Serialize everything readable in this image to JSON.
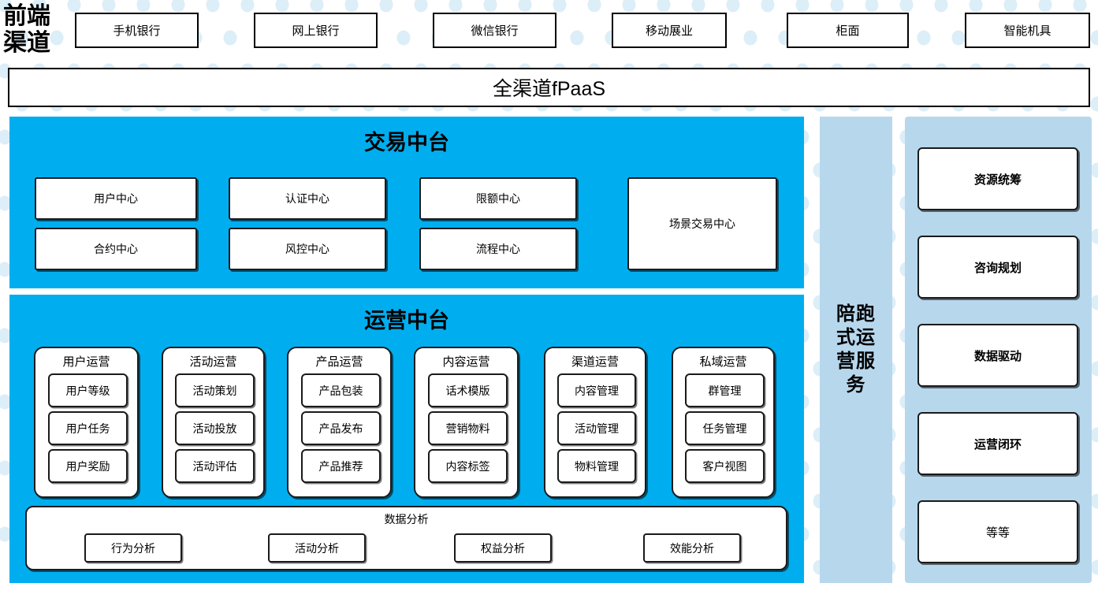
{
  "front_channel": {
    "label": "前端\n渠道",
    "label_line1": "前端",
    "label_line2": "渠道",
    "items": [
      {
        "label": "手机银行"
      },
      {
        "label": "网上银行"
      },
      {
        "label": "微信银行"
      },
      {
        "label": "移动展业"
      },
      {
        "label": "柜面"
      },
      {
        "label": "智能机具"
      }
    ]
  },
  "fpaas": {
    "label": "全渠道fPaaS"
  },
  "trade_center": {
    "title": "交易中台",
    "boxes": [
      {
        "label": "用户中心"
      },
      {
        "label": "认证中心"
      },
      {
        "label": "限额中心"
      },
      {
        "label": "合约中心"
      },
      {
        "label": "风控中心"
      },
      {
        "label": "流程中心"
      },
      {
        "label": "场景交易中心"
      }
    ]
  },
  "ops_center": {
    "title": "运营中台",
    "groups": [
      {
        "title": "用户运营",
        "items": [
          "用户等级",
          "用户任务",
          "用户奖励"
        ]
      },
      {
        "title": "活动运营",
        "items": [
          "活动策划",
          "活动投放",
          "活动评估"
        ]
      },
      {
        "title": "产品运营",
        "items": [
          "产品包装",
          "产品发布",
          "产品推荐"
        ]
      },
      {
        "title": "内容运营",
        "items": [
          "话术模版",
          "营销物料",
          "内容标签"
        ]
      },
      {
        "title": "渠道运营",
        "items": [
          "内容管理",
          "活动管理",
          "物料管理"
        ]
      },
      {
        "title": "私域运营",
        "items": [
          "群管理",
          "任务管理",
          "客户视图"
        ]
      }
    ],
    "analysis": {
      "title": "数据分析",
      "items": [
        "行为分析",
        "活动分析",
        "权益分析",
        "效能分析"
      ]
    }
  },
  "accompany": {
    "label": "陪跑式运营服务"
  },
  "services": {
    "items": [
      {
        "label": "资源统筹",
        "bold": true
      },
      {
        "label": "咨询规划",
        "bold": true
      },
      {
        "label": "数据驱动",
        "bold": true
      },
      {
        "label": "运营闭环",
        "bold": true
      },
      {
        "label": "等等",
        "bold": false
      }
    ]
  },
  "colors": {
    "cyan_panel": "#00AEEF",
    "light_blue_panel": "#B7D7ED",
    "dot": "#DCEEF8",
    "box_border": "#1a1a1a",
    "background": "#FFFFFF"
  }
}
